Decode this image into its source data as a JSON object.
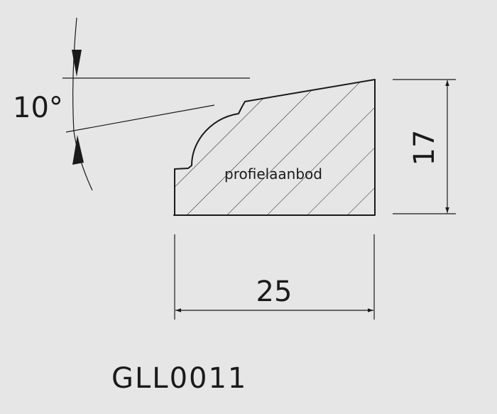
{
  "drawing": {
    "angle_label": "10°",
    "height_label": "17",
    "width_label": "25",
    "watermark": "profielaanbod",
    "code_label": "GLL0011"
  },
  "colors": {
    "background": "#e6e6e6",
    "line": "#1a1a1a"
  }
}
